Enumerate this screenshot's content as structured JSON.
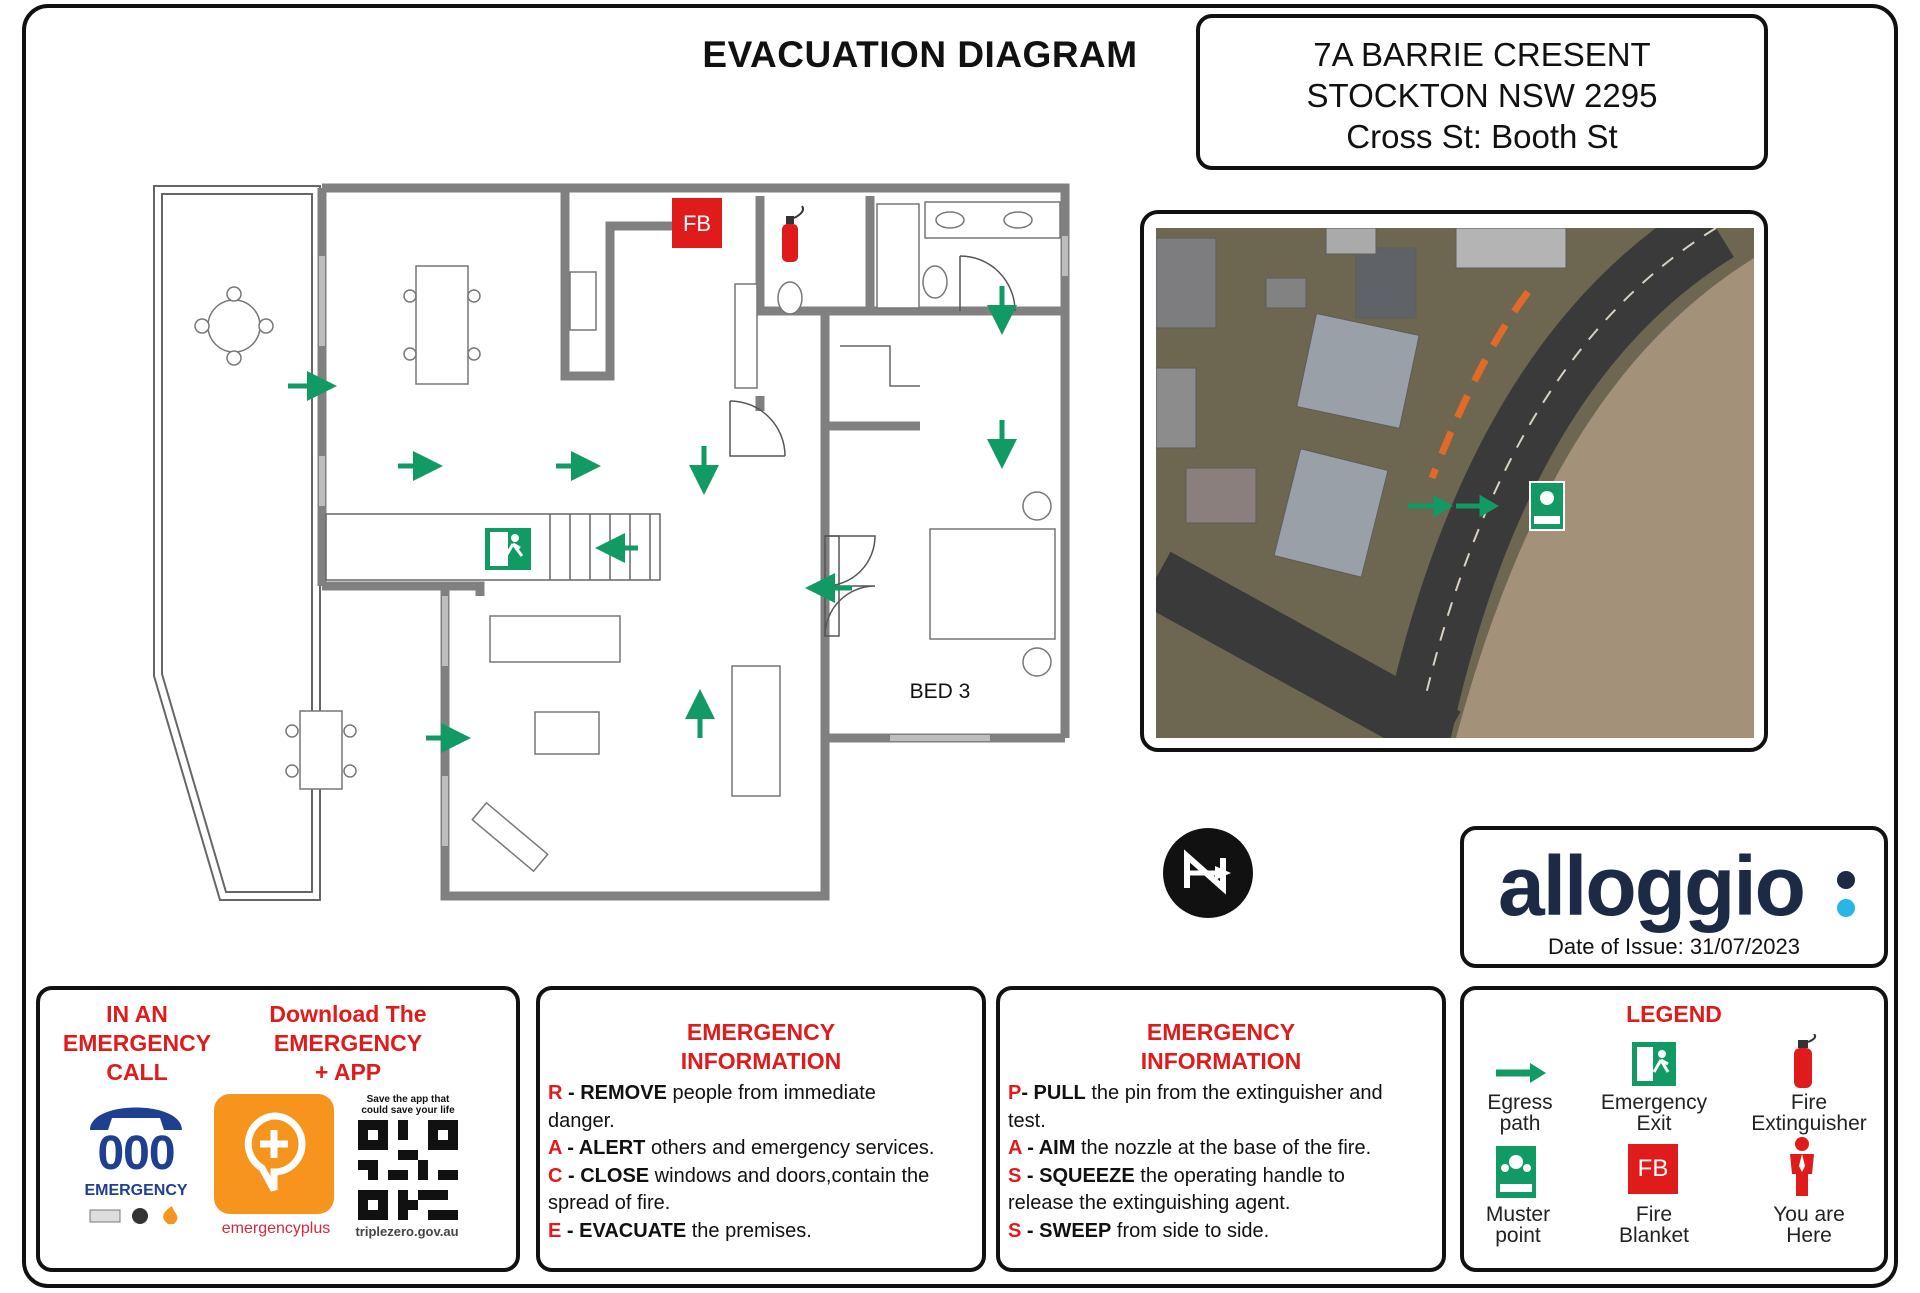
{
  "title": "EVACUATION DIAGRAM",
  "address": {
    "line1": "7A BARRIE CRESENT",
    "line2": "STOCKTON NSW 2295",
    "line3": "Cross St: Booth St"
  },
  "plan": {
    "fire_blanket_label": "FB",
    "room_label": "BED 3"
  },
  "logo": {
    "brand": "alloggio",
    "issue_label": "Date of Issue: 31/07/2023"
  },
  "emergency_call": {
    "heading_lines": [
      "IN AN",
      "EMERGENCY",
      "CALL"
    ],
    "number": "000",
    "number_caption": "EMERGENCY",
    "app_heading_lines": [
      "Download The",
      "EMERGENCY",
      "+ APP"
    ],
    "app_caption": "emergencyplus",
    "qr_caption_top_lines": [
      "Save the app that",
      "could save your life"
    ],
    "qr_caption_bottom": "triplezero.gov.au"
  },
  "info_ravce": {
    "heading_lines": [
      "EMERGENCY",
      "INFORMATION"
    ],
    "lines": [
      {
        "key": "R",
        "word": " - REMOVE",
        "rest": " people from immediate"
      },
      {
        "key": "",
        "word": "",
        "rest": "danger."
      },
      {
        "key": "A",
        "word": " - ALERT",
        "rest": " others and emergency services."
      },
      {
        "key": "C",
        "word": " - CLOSE",
        "rest": " windows and doors,contain the"
      },
      {
        "key": "",
        "word": "",
        "rest": "spread of fire."
      },
      {
        "key": "E",
        "word": " - EVACUATE",
        "rest": " the premises."
      }
    ]
  },
  "info_pass": {
    "heading_lines": [
      "EMERGENCY",
      "INFORMATION"
    ],
    "lines": [
      {
        "key": "P",
        "word": "- PULL",
        "rest": " the pin from the extinguisher and"
      },
      {
        "key": "",
        "word": "",
        "rest": "test."
      },
      {
        "key": "A",
        "word": " - AIM",
        "rest": " the nozzle at the base of the fire."
      },
      {
        "key": "S",
        "word": " - SQUEEZE",
        "rest": " the operating handle to"
      },
      {
        "key": "",
        "word": "",
        "rest": "release the extinguishing agent."
      },
      {
        "key": "S",
        "word": " - SWEEP",
        "rest": " from side to side."
      }
    ]
  },
  "legend": {
    "heading": "LEGEND",
    "items": [
      {
        "icon": "egress-arrow-icon",
        "lines": [
          "Egress",
          "path"
        ]
      },
      {
        "icon": "emergency-exit-icon",
        "lines": [
          "Emergency",
          "Exit"
        ]
      },
      {
        "icon": "fire-extinguisher-icon",
        "lines": [
          "Fire",
          "Extinguisher"
        ]
      },
      {
        "icon": "muster-point-icon",
        "lines": [
          "Muster",
          "point"
        ]
      },
      {
        "icon": "fire-blanket-icon",
        "lines": [
          "Fire",
          "Blanket"
        ],
        "badge": "FB"
      },
      {
        "icon": "you-are-here-icon",
        "lines": [
          "You are",
          "Here"
        ]
      }
    ]
  },
  "colors": {
    "egress_green": "#119a63",
    "alert_red": "#e01b1b",
    "wall_grey": "#808080",
    "brand_navy": "#1c2a45",
    "brand_cyan": "#29b6e6",
    "emergency_blue": "#1f3f91",
    "app_orange": "#f7941d"
  }
}
